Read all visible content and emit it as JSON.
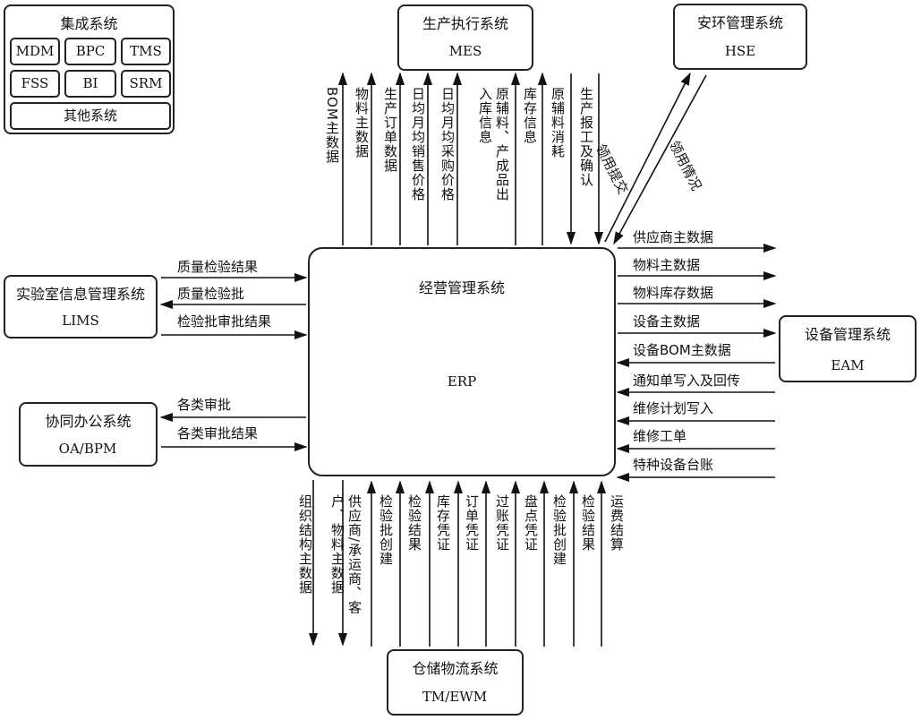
{
  "systems": {
    "integration": {
      "title": "集成系统",
      "items": [
        "MDM",
        "BPC",
        "TMS",
        "FSS",
        "BI",
        "SRM"
      ],
      "others": "其他系统"
    },
    "mes": {
      "title": "生产执行系统",
      "db": "MES"
    },
    "hse": {
      "title": "安环管理系统",
      "db": "HSE"
    },
    "lims": {
      "title": "实验室信息管理系统",
      "db": "LIMS"
    },
    "oa": {
      "title": "协同办公系统",
      "db": "OA/BPM"
    },
    "erp": {
      "title": "经营管理系统",
      "db": "ERP"
    },
    "eam": {
      "title": "设备管理系统",
      "db": "EAM"
    },
    "wms": {
      "title": "仓储物流系统",
      "db": "TM/EWM"
    }
  },
  "flows": {
    "erp_mes": [
      "BOM主数据",
      "物料主数据",
      "生产订单数据",
      "日均月均销售价格",
      "日均月均采购价格",
      "原辅料、产成品出入库信息",
      "库存信息",
      "原辅料消耗",
      "生产报工及确认"
    ],
    "erp_hse": [
      "领用提交",
      "领用情况"
    ],
    "erp_lims": [
      "质量检验结果",
      "质量检验批",
      "检验批审批结果"
    ],
    "erp_oa": [
      "各类审批",
      "各类审批结果"
    ],
    "erp_eam": [
      "供应商主数据",
      "物料主数据",
      "物料库存数据",
      "设备主数据",
      "设备BOM主数据",
      "通知单写入及回传",
      "维修计划写入",
      "维修工单",
      "特种设备台账"
    ],
    "erp_wms": [
      "组织结构主数据",
      "供应商/承运商、客户、物料主数据",
      "检验批创建",
      "检验结果",
      "库存凭证",
      "订单凭证",
      "过账凭证",
      "盘点凭证",
      "检验批创建",
      "检验结果",
      "运费结算"
    ]
  }
}
